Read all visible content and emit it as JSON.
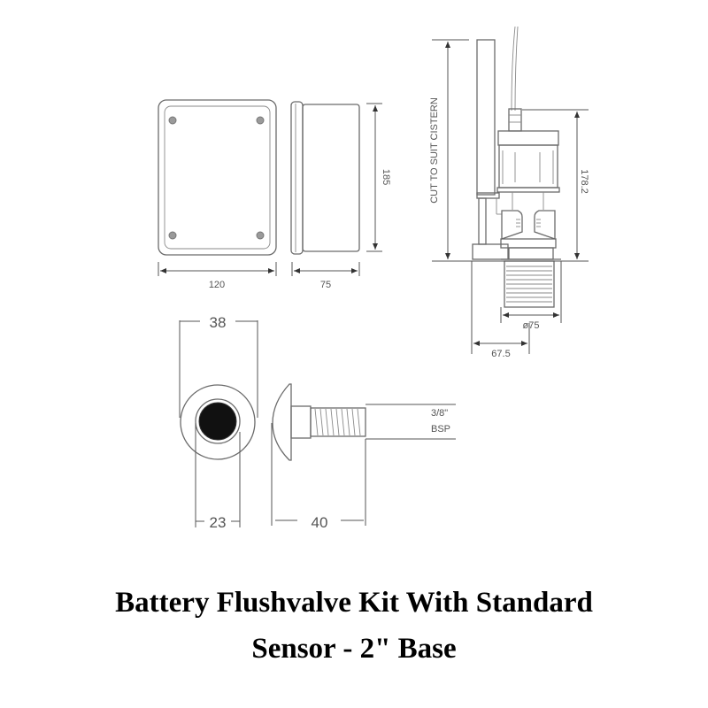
{
  "title": {
    "line1": "Battery Flushvalve Kit With Standard",
    "line2": "Sensor - 2\" Base"
  },
  "control_box": {
    "width_label": "120",
    "depth_label": "75",
    "height_label": "185"
  },
  "flush_valve": {
    "cut_label": "CUT TO SUIT CISTERN",
    "height_label": "178.2",
    "diameter_label": "ø75",
    "offset_label": "67.5"
  },
  "sensor": {
    "outer_diameter_label": "38",
    "inner_diameter_label": "23",
    "length_label": "40",
    "thread_label_1": "3/8\"",
    "thread_label_2": "BSP"
  }
}
